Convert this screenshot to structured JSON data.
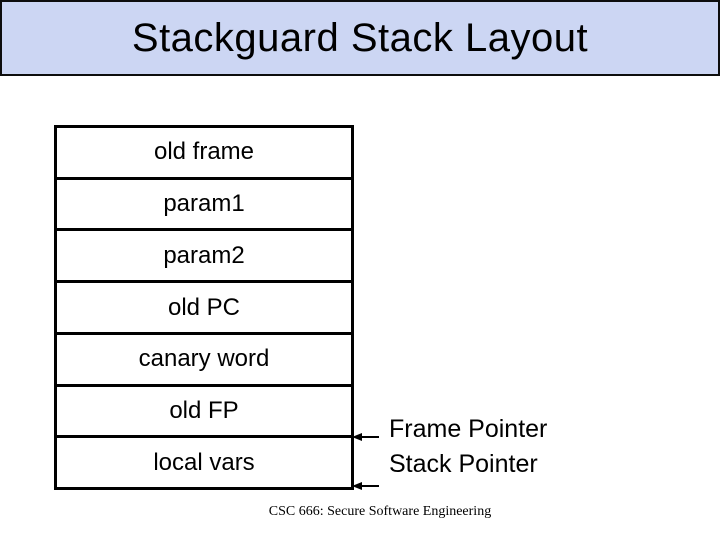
{
  "slide": {
    "title": "Stackguard Stack Layout",
    "footer": "CSC 666: Secure Software Engineering"
  },
  "stack": {
    "rows": [
      "old frame",
      "param1",
      "param2",
      "old PC",
      "canary word",
      "old FP",
      "local vars"
    ]
  },
  "pointers": {
    "frame_pointer_label": "Frame Pointer",
    "stack_pointer_label": "Stack Pointer"
  },
  "colors": {
    "title_bar_bg": "#ccd6f3",
    "border": "#000000",
    "text": "#000000"
  }
}
